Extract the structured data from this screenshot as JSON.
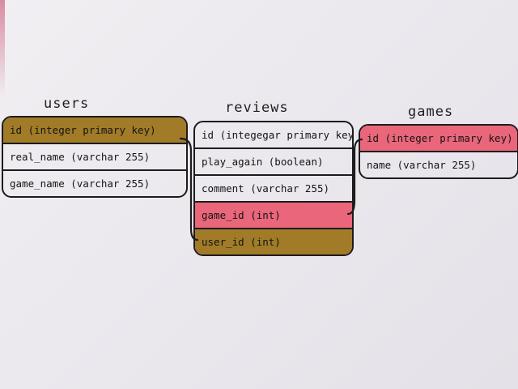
{
  "colors": {
    "primary_key_gold": "#a17b27",
    "primary_key_pink": "#e9667b",
    "ink": "#1c1c1c",
    "paper": "#ece9ef"
  },
  "tables": {
    "users": {
      "title": "users",
      "rows": [
        "id (integer primary key)",
        "real_name (varchar 255)",
        "game_name (varchar 255)"
      ]
    },
    "reviews": {
      "title": "reviews",
      "rows": [
        "id (integegar primary key)",
        "play_again (boolean)",
        "comment (varchar 255)",
        "game_id (int)",
        "user_id (int)"
      ]
    },
    "games": {
      "title": "games",
      "rows": [
        "id (integer primary key)",
        "name (varchar 255)"
      ]
    }
  }
}
